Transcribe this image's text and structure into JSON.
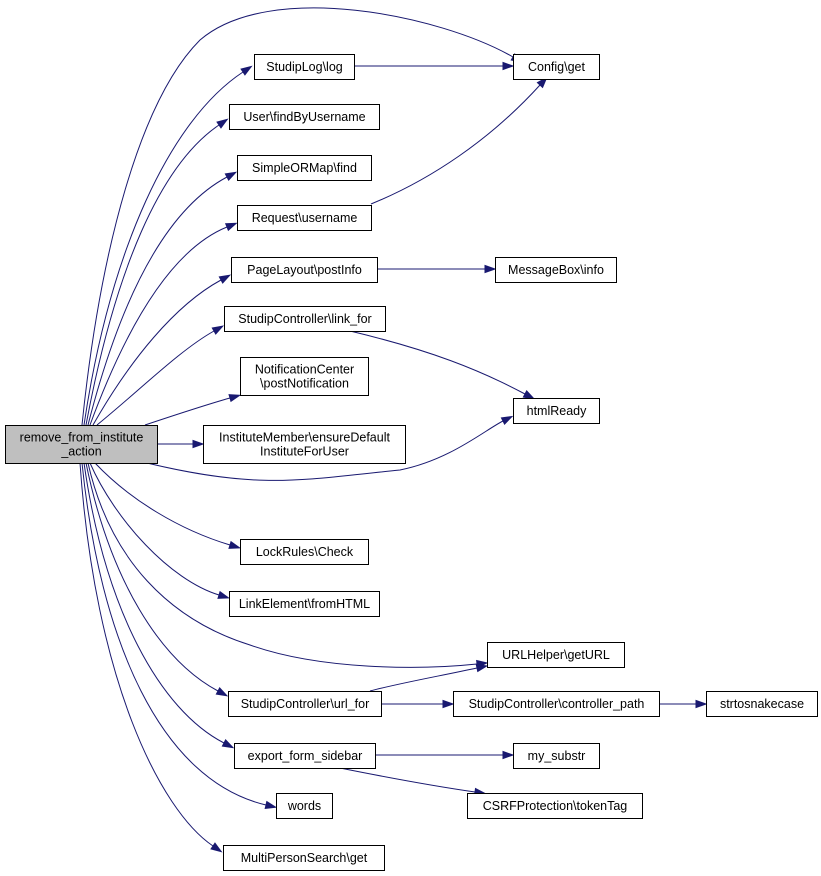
{
  "diagram": {
    "type": "call-graph",
    "colors": {
      "edge": "#191970",
      "root_fill": "#bfbfbf",
      "node_fill": "#ffffff",
      "border": "#000000"
    },
    "nodes": {
      "root": [
        "remove_from_institute",
        "_action"
      ],
      "studiplog_log": [
        "StudipLog\\log"
      ],
      "config_get": [
        "Config\\get"
      ],
      "user_findbyusername": [
        "User\\findByUsername"
      ],
      "simpleormap_find": [
        "SimpleORMap\\find"
      ],
      "request_username": [
        "Request\\username"
      ],
      "pagelayout_postinfo": [
        "PageLayout\\postInfo"
      ],
      "messagebox_info": [
        "MessageBox\\info"
      ],
      "studipcontroller_link_for": [
        "StudipController\\link_for"
      ],
      "notificationcenter_postnotification": [
        "NotificationCenter",
        "\\postNotification"
      ],
      "htmlready": [
        "htmlReady"
      ],
      "institutemember_ensuredefault": [
        "InstituteMember\\ensureDefault",
        "InstituteForUser"
      ],
      "lockrules_check": [
        "LockRules\\Check"
      ],
      "linkelement_fromhtml": [
        "LinkElement\\fromHTML"
      ],
      "urlhelper_geturl": [
        "URLHelper\\getURL"
      ],
      "studipcontroller_url_for": [
        "StudipController\\url_for"
      ],
      "studipcontroller_controller_path": [
        "StudipController\\controller_path"
      ],
      "strtosnakecase": [
        "strtosnakecase"
      ],
      "export_form_sidebar": [
        "export_form_sidebar"
      ],
      "my_substr": [
        "my_substr"
      ],
      "words": [
        "words"
      ],
      "csrfprotection_tokentag": [
        "CSRFProtection\\tokenTag"
      ],
      "multipersonsearch_get": [
        "MultiPersonSearch\\get"
      ]
    },
    "edges": [
      [
        "root",
        "config_get"
      ],
      [
        "root",
        "studiplog_log"
      ],
      [
        "root",
        "user_findbyusername"
      ],
      [
        "root",
        "simpleormap_find"
      ],
      [
        "root",
        "request_username"
      ],
      [
        "root",
        "pagelayout_postinfo"
      ],
      [
        "root",
        "studipcontroller_link_for"
      ],
      [
        "root",
        "notificationcenter_postnotification"
      ],
      [
        "root",
        "institutemember_ensuredefault"
      ],
      [
        "root",
        "htmlready"
      ],
      [
        "root",
        "lockrules_check"
      ],
      [
        "root",
        "linkelement_fromhtml"
      ],
      [
        "root",
        "urlhelper_geturl"
      ],
      [
        "root",
        "studipcontroller_url_for"
      ],
      [
        "root",
        "export_form_sidebar"
      ],
      [
        "root",
        "words"
      ],
      [
        "root",
        "multipersonsearch_get"
      ],
      [
        "studiplog_log",
        "config_get"
      ],
      [
        "request_username",
        "config_get"
      ],
      [
        "pagelayout_postinfo",
        "messagebox_info"
      ],
      [
        "studipcontroller_link_for",
        "htmlready"
      ],
      [
        "studipcontroller_url_for",
        "urlhelper_geturl"
      ],
      [
        "studipcontroller_url_for",
        "studipcontroller_controller_path"
      ],
      [
        "studipcontroller_controller_path",
        "strtosnakecase"
      ],
      [
        "export_form_sidebar",
        "my_substr"
      ],
      [
        "export_form_sidebar",
        "csrfprotection_tokentag"
      ]
    ]
  }
}
